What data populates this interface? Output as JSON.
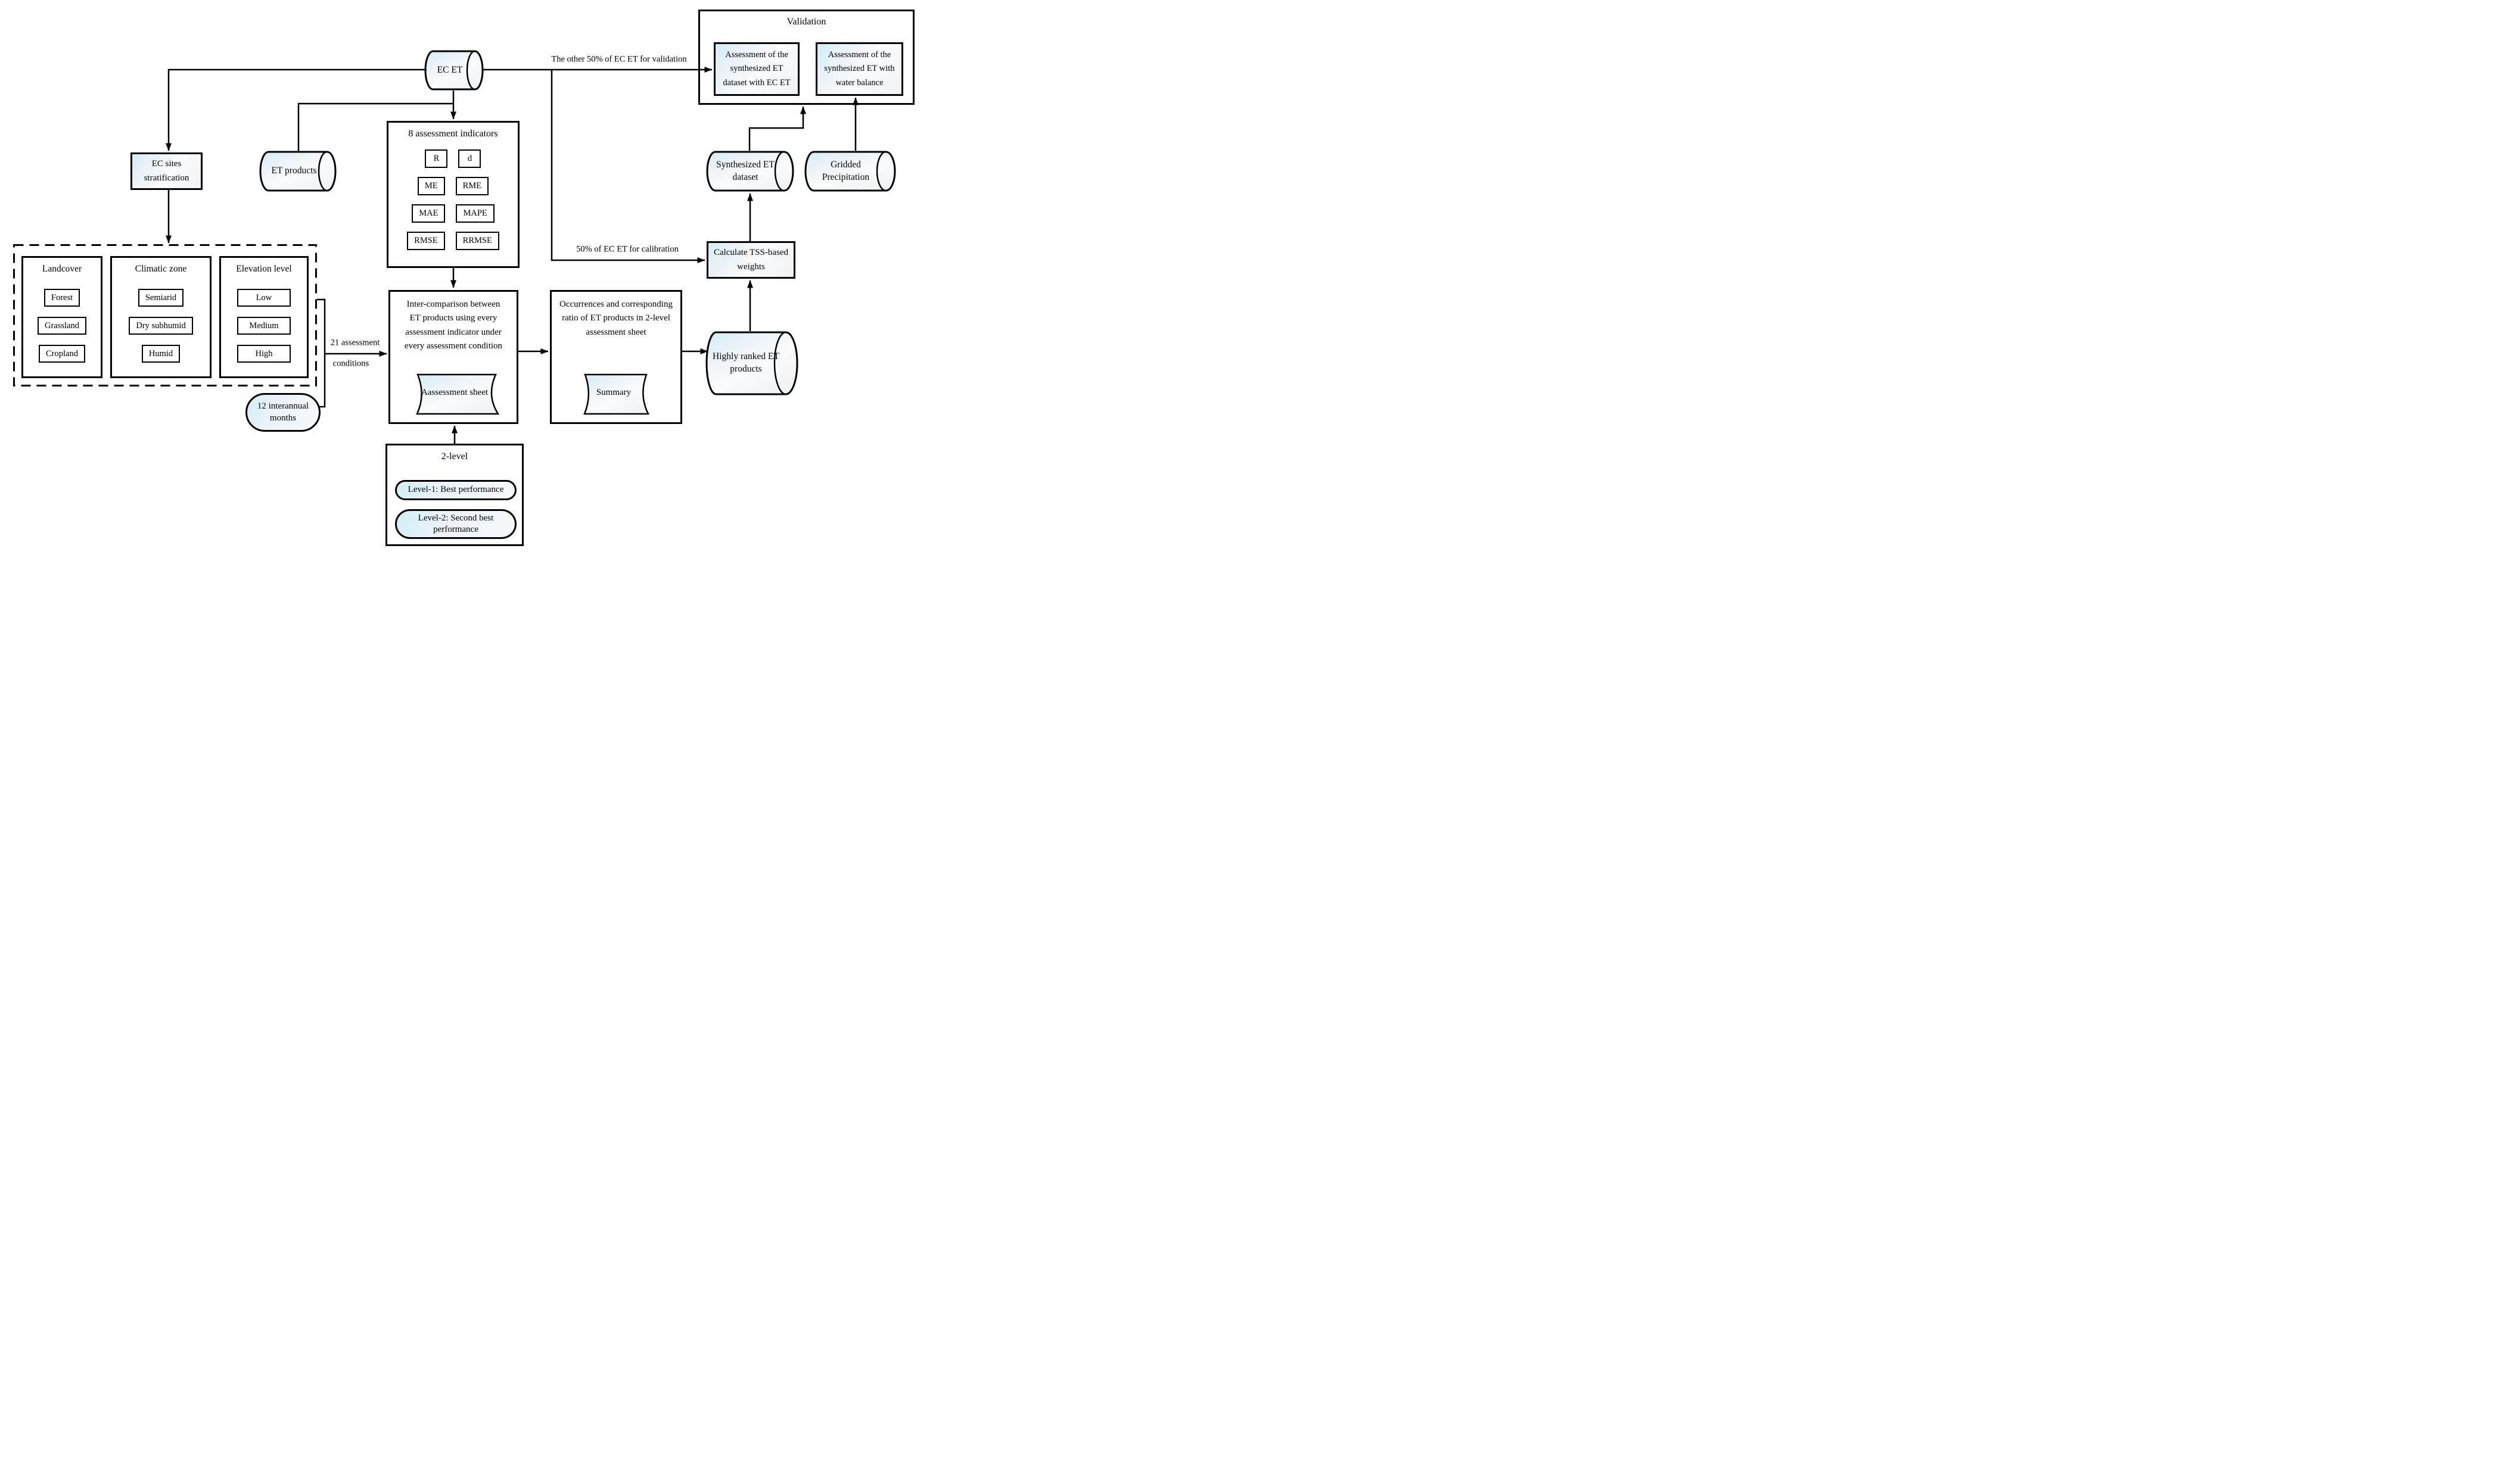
{
  "figure": {
    "background": "#ffffff",
    "accent_fill": "#cfeef6",
    "line_color": "#000000"
  },
  "nodes": {
    "ec_et": {
      "label": "EC ET"
    },
    "et_products": {
      "label": "ET products"
    },
    "ec_sites": {
      "label": "EC sites stratification"
    },
    "validation": {
      "title": "Validation",
      "box_ec": "Assessment of the synthesized ET dataset with EC ET",
      "box_wb": "Assessment of the synthesized ET with water balance"
    },
    "indicators": {
      "title": "8 assessment indicators",
      "items": [
        "R",
        "d",
        "ME",
        "RME",
        "MAE",
        "MAPE",
        "RMSE",
        "RRMSE"
      ]
    },
    "stratification": {
      "landcover": {
        "title": "Landcover",
        "items": [
          "Forest",
          "Grassland",
          "Cropland"
        ]
      },
      "climatic": {
        "title": "Climatic zone",
        "items": [
          "Semiarid",
          "Dry subhumid",
          "Humid"
        ]
      },
      "elevation": {
        "title": "Elevation level",
        "items": [
          "Low",
          "Medium",
          "High"
        ]
      }
    },
    "months": {
      "label": "12 interannual months"
    },
    "intercomparison": {
      "text": "Inter-comparison between ET products using every assessment indicator under every assessment condition",
      "doc": "Aassessment sheet"
    },
    "occurrences": {
      "text": "Occurrences and corresponding ratio of ET products in 2-level assessment sheet",
      "doc": "Summary"
    },
    "two_level": {
      "title": "2-level",
      "level1": "Level-1: Best performance",
      "level2": "Level-2: Second best performance"
    },
    "highly_ranked": {
      "label": "Highly ranked ET products"
    },
    "calc_tss": {
      "label": "Calculate TSS-based weights"
    },
    "synthesized": {
      "label": "Synthesized ET dataset"
    },
    "gridded": {
      "label": "Gridded Precipitation"
    }
  },
  "edge_labels": {
    "validation_split": "The other 50% of EC ET for validation",
    "calibration_split": "50% of EC ET for calibration",
    "conditions_line1": "21 assessment",
    "conditions_line2": "conditions"
  }
}
